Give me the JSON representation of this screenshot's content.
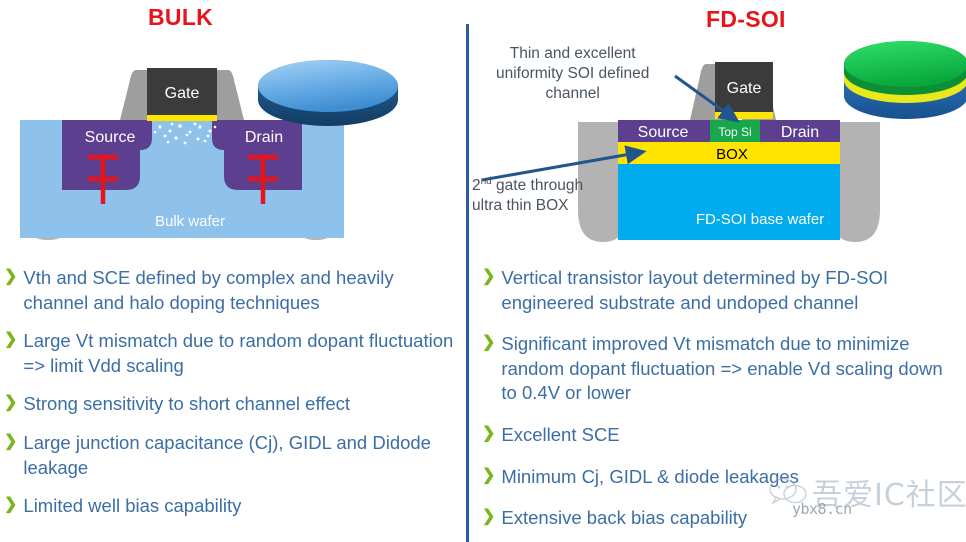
{
  "panels": {
    "left": {
      "title": "BULK",
      "diagram": {
        "gate_label": "Gate",
        "source_label": "Source",
        "drain_label": "Drain",
        "substrate_label": "Bulk wafer",
        "wafer_icon": "bulk-wafer-disc",
        "junction_symbol": "diode-junction-symbol",
        "colors": {
          "gate": "#3b3b3b",
          "gate_oxide": "#ffe400",
          "source_drain": "#5c3f8f",
          "substrate": "#8ec2ea",
          "sti": "#b3b3b3",
          "junction_symbol": "#e8141b",
          "wafer_top": "#6cb1e8",
          "wafer_side": "#1f5f9e"
        }
      },
      "bullets": [
        "Vth and SCE defined by complex and heavily channel and halo doping techniques",
        "Large Vt mismatch due to random dopant fluctuation => limit Vdd scaling",
        "Strong sensitivity to short channel effect",
        "Large junction capacitance (Cj), GIDL and Didode leakage",
        "Limited well bias capability"
      ]
    },
    "right": {
      "title": "FD-SOI",
      "diagram": {
        "gate_label": "Gate",
        "source_label": "Source",
        "drain_label": "Drain",
        "top_si_label": "Top Si",
        "box_label": "BOX",
        "substrate_label": "FD-SOI base wafer",
        "wafer_icon": "fdsoi-wafer-disc",
        "annotations": [
          "Thin and excellent uniformity SOI defined channel",
          "2nd gate through ultra thin BOX"
        ],
        "annotation_channel_lines": [
          "Thin and excellent",
          "uniformity SOI defined",
          "channel"
        ],
        "annotation_backgate_line1_pre": "2",
        "annotation_backgate_line1_sup": "nd",
        "annotation_backgate_line1_post": " gate through",
        "annotation_backgate_line2": "ultra thin BOX",
        "colors": {
          "gate": "#3b3b3b",
          "gate_oxide": "#ffe400",
          "source_drain": "#5c3f8f",
          "top_si": "#16a84a",
          "box": "#ffe400",
          "substrate": "#00acee",
          "sti": "#b3b3b3",
          "arrow": "#22558e",
          "wafer_top": "#16c44a",
          "wafer_box": "#e8e81c",
          "wafer_side": "#2a6fbf"
        }
      },
      "bullets": [
        "Vertical transistor layout determined by FD-SOI engineered substrate and undoped channel",
        "Significant improved Vt mismatch due to minimize random dopant fluctuation => enable Vd scaling down to 0.4V or lower",
        "Excellent SCE",
        "Minimum Cj, GIDL & diode leakages",
        "Extensive back bias capability"
      ]
    }
  },
  "bullet_marker": "❯",
  "watermark": {
    "text_cn": "吾爱IC社区",
    "url": "ybx8.cn",
    "icon": "wechat-icon"
  },
  "theme": {
    "title_color": "#e8141b",
    "bullet_text_color": "#3b6ea5",
    "bullet_marker_color": "#7ab51d",
    "annotation_color": "#4a5560",
    "divider_color": "#2b5f96"
  }
}
